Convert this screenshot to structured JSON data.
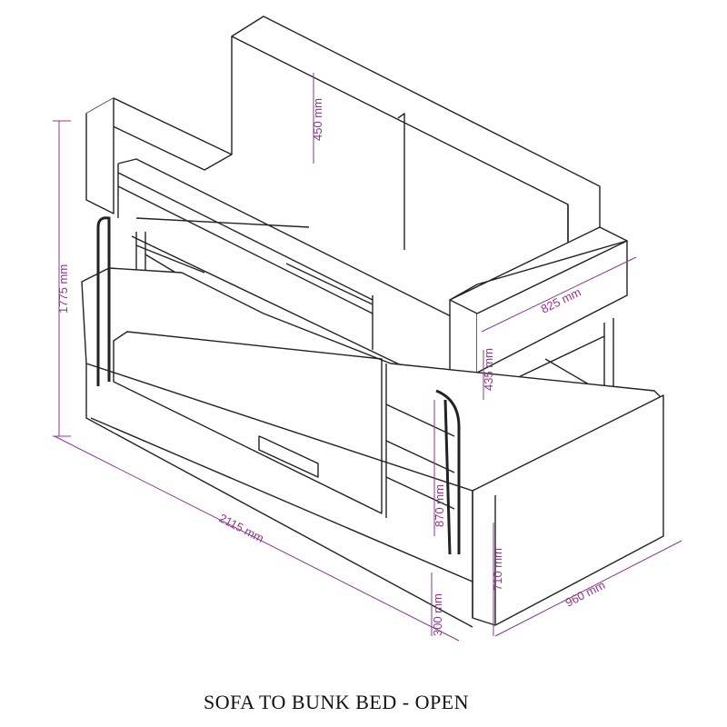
{
  "title": "SOFA TO BUNK BED - OPEN",
  "dimensions": {
    "total_height": "1775 mm",
    "backrest_height": "450 mm",
    "armrest_length": "825 mm",
    "armrest_height": "435 mm",
    "ladder_height": "870 mm",
    "total_length": "2115 mm",
    "lower_clearance": "300 mm",
    "base_height": "710 mm",
    "depth": "960 mm"
  },
  "colors": {
    "dimension": "#8b3a8b",
    "line": "#222222"
  }
}
